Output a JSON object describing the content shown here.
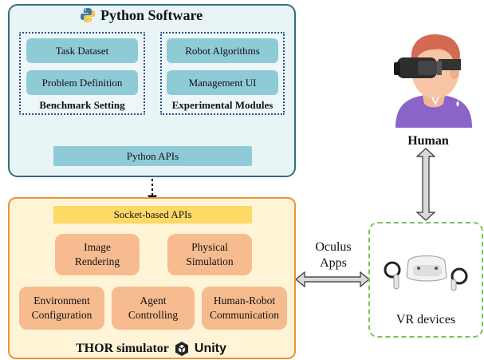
{
  "python_software": {
    "title": "Python Software",
    "benchmark_setting": {
      "label": "Benchmark Setting",
      "items": [
        "Task Dataset",
        "Problem Definition"
      ]
    },
    "experimental_modules": {
      "label": "Experimental Modules",
      "items": [
        "Robot Algorithms",
        "Management UI"
      ]
    },
    "apis": "Python APIs"
  },
  "thor": {
    "socket_apis": "Socket-based APIs",
    "modules": [
      "Image Rendering",
      "Physical Simulation",
      "Environment Configuration",
      "Agent Controlling",
      "Human-Robot Communication"
    ],
    "title": "THOR simulator",
    "unity_label": "Unity"
  },
  "human": {
    "label": "Human"
  },
  "vr": {
    "label": "VR devices"
  },
  "link": {
    "label_line1": "Oculus",
    "label_line2": "Apps"
  },
  "colors": {
    "python_border": "#2f6f80",
    "python_bg": "#e8f4f6",
    "teal_box": "#8fcad7",
    "thor_border": "#e8953a",
    "thor_bg": "#fff4d6",
    "socket_bg": "#ffd966",
    "module_bg": "#f6bc8f",
    "vr_border": "#7ec45a"
  }
}
